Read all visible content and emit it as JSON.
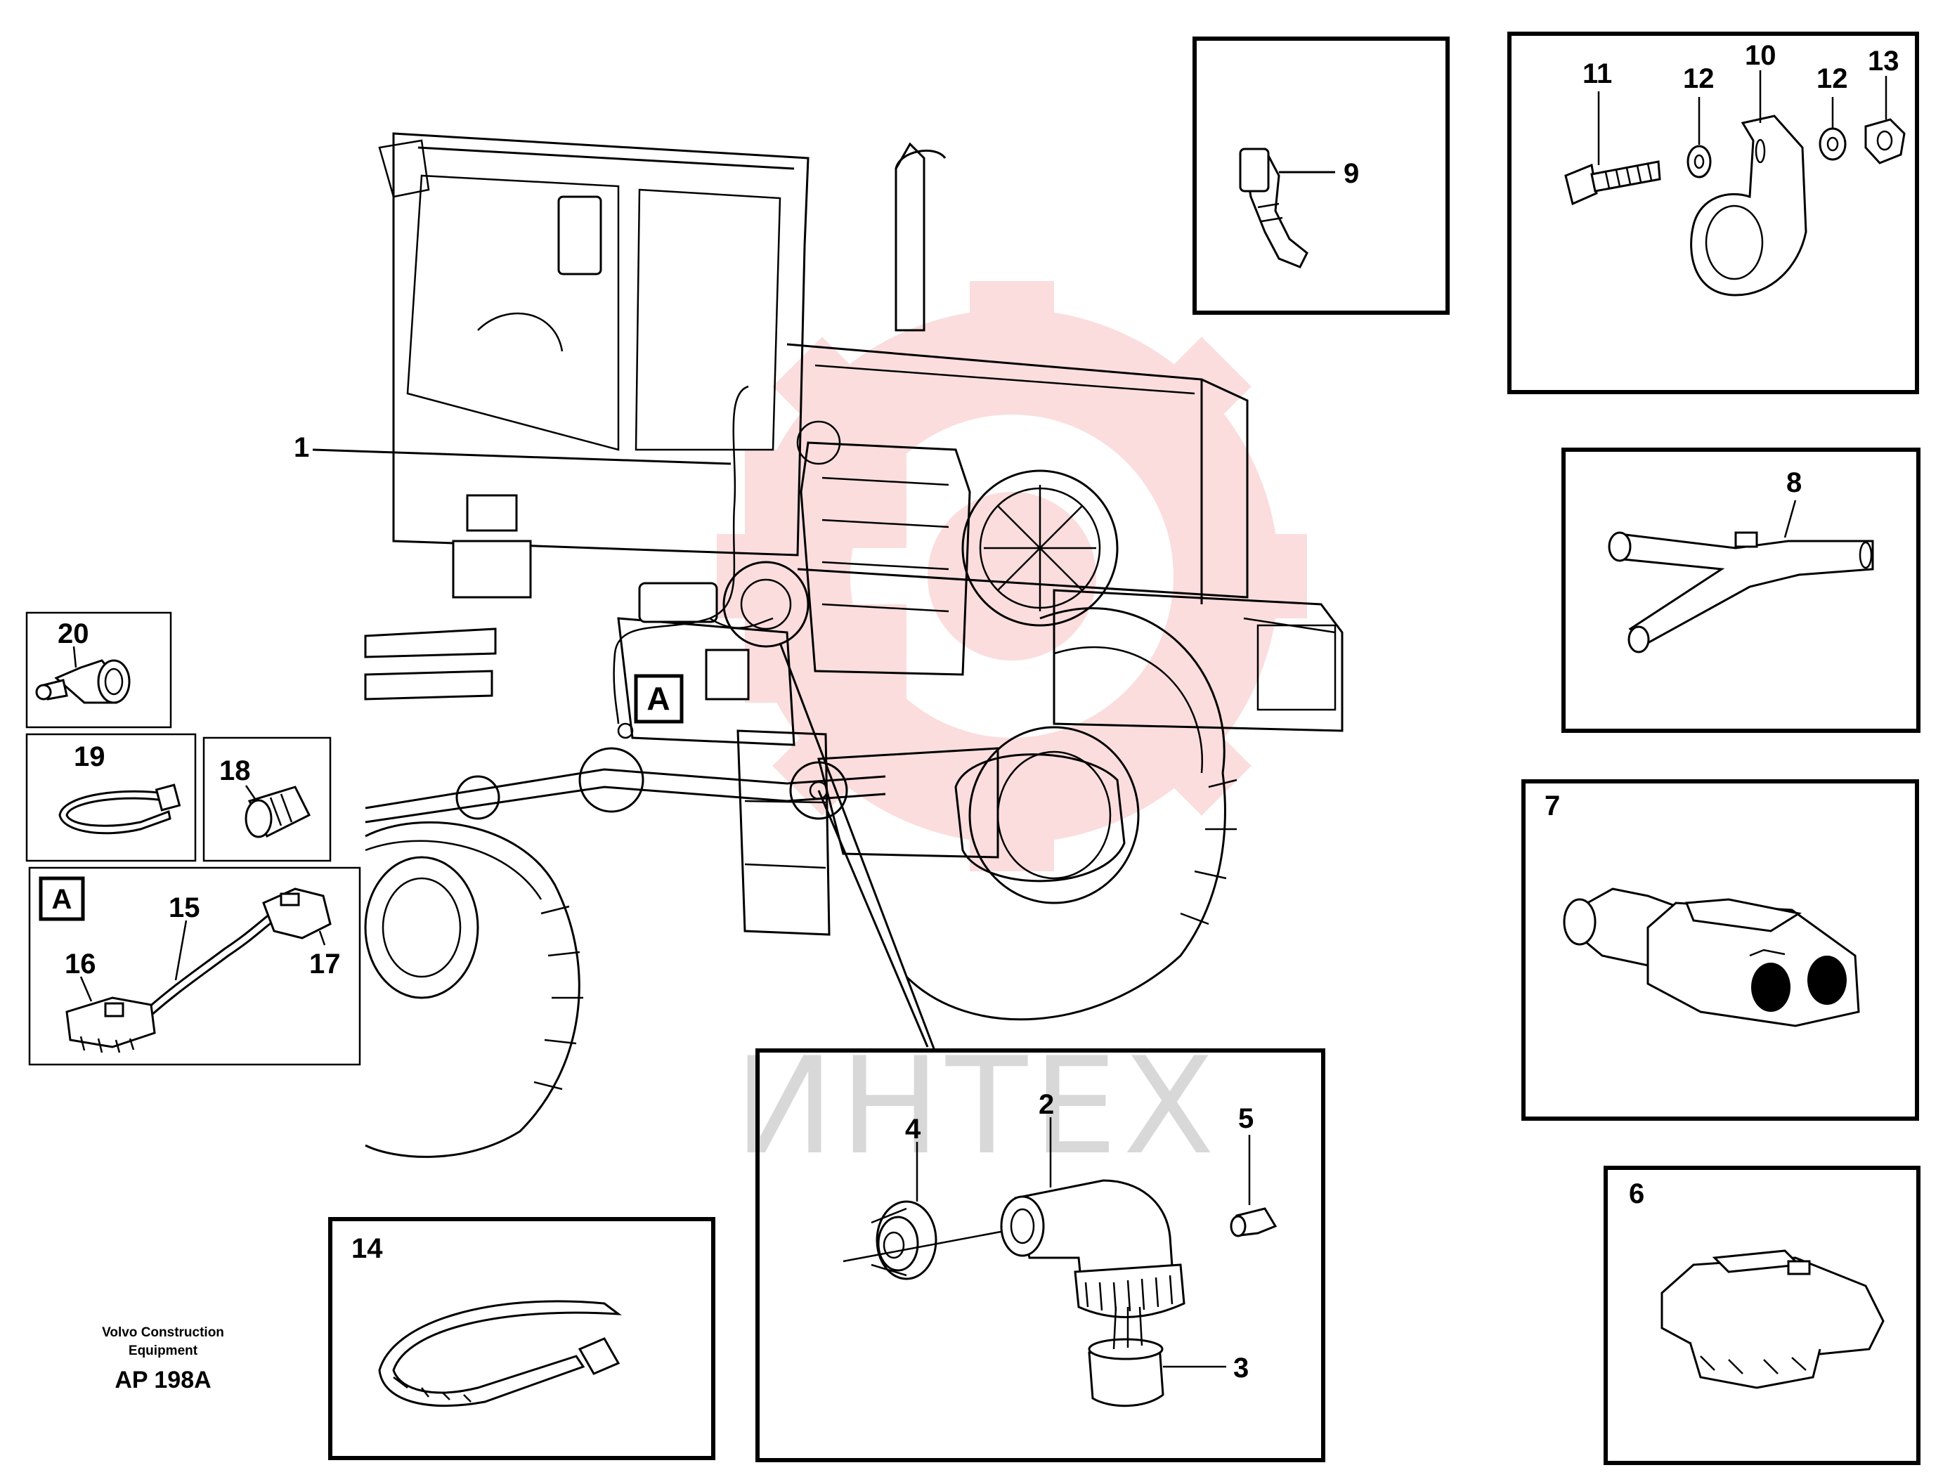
{
  "footer": {
    "company_line1": "Volvo Construction",
    "company_line2": "Equipment",
    "code": "AP 198A"
  },
  "watermark": {
    "text": "ИНТЕХ",
    "logo_color": "#e8333a"
  },
  "callouts": {
    "c1": "1",
    "c2": "2",
    "c3": "3",
    "c4": "4",
    "c5": "5",
    "c6": "6",
    "c7": "7",
    "c8": "8",
    "c9": "9",
    "c10": "10",
    "c11": "11",
    "c12a": "12",
    "c12b": "12",
    "c13": "13",
    "c14": "14",
    "c15": "15",
    "c16": "16",
    "c17": "17",
    "c18": "18",
    "c19": "19",
    "c20": "20"
  },
  "detail_marker": {
    "main": "A",
    "inset": "A"
  }
}
